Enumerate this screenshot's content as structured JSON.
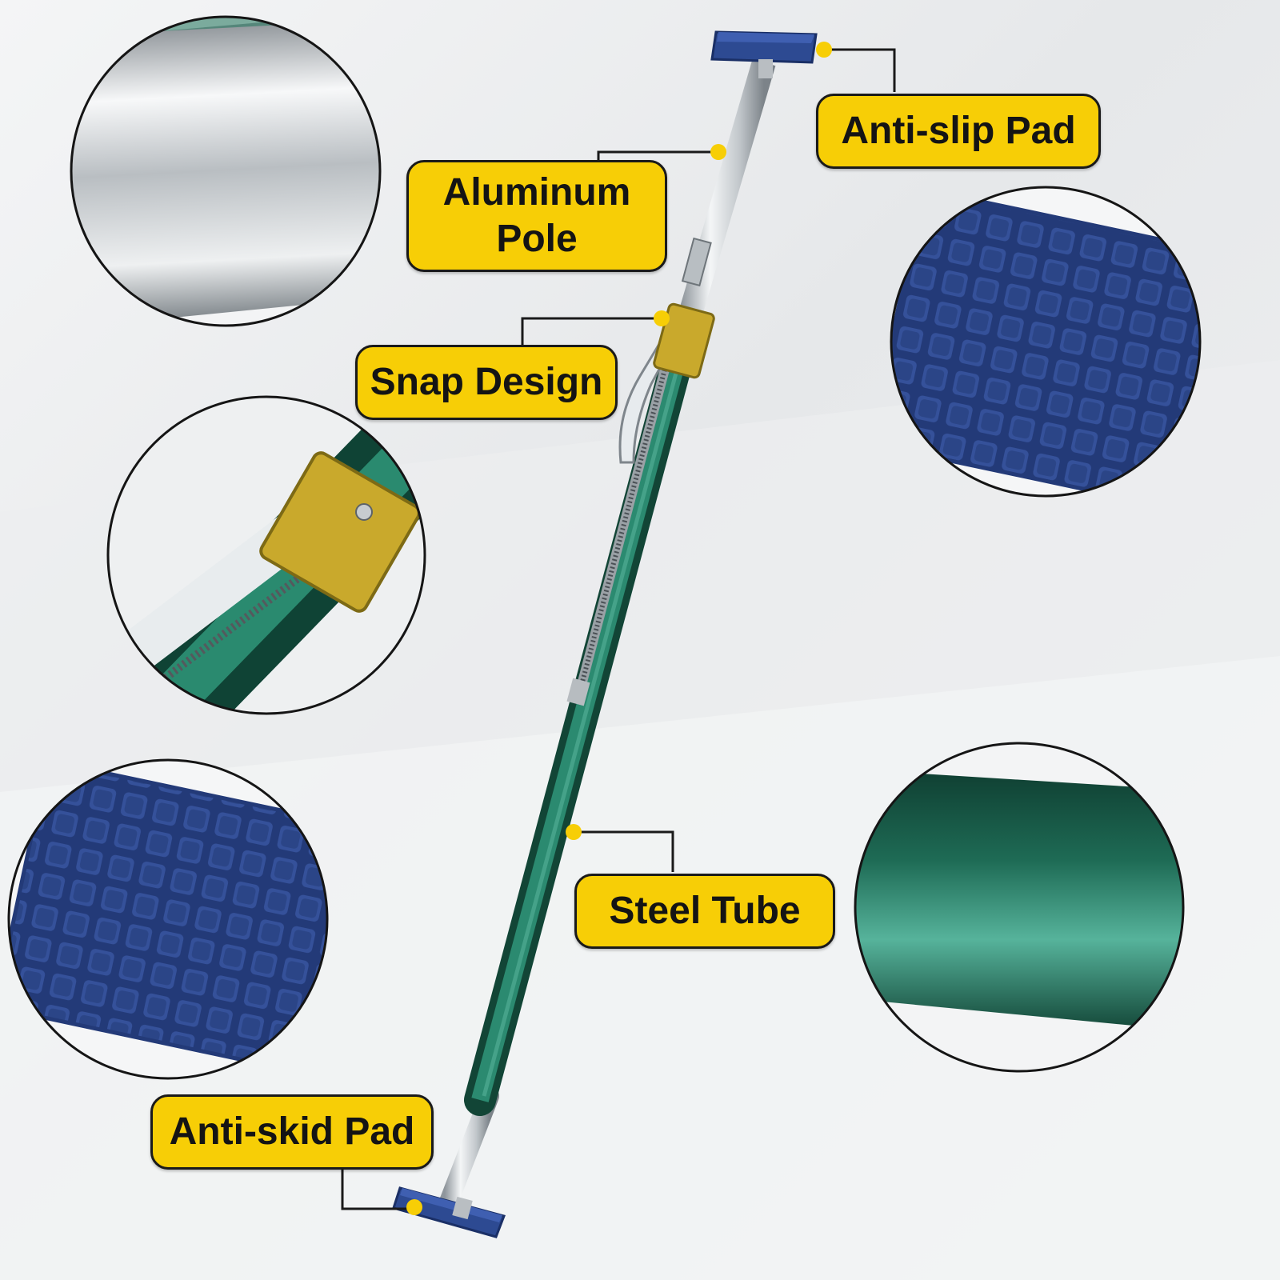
{
  "labels": {
    "anti_slip_pad": "Anti-slip Pad",
    "aluminum_pole_line1": "Aluminum",
    "aluminum_pole_line2": "Pole",
    "snap_design": "Snap Design",
    "steel_tube": "Steel Tube",
    "anti_skid_pad": "Anti-skid Pad"
  },
  "colors": {
    "label_fill": "#f7ce06",
    "label_border": "#1a1a1a",
    "steel_tube_green": "#1f6b57",
    "pad_blue": "#27407f",
    "clamp_yellow": "#c9a92c",
    "aluminum_silver": "#c9ced3",
    "leader_dot": "#f7ce06"
  },
  "icons": [
    "aluminum-pole-closeup",
    "anti-slip-pad-closeup",
    "snap-clamp-closeup",
    "anti-skid-pad-closeup",
    "steel-tube-closeup"
  ]
}
